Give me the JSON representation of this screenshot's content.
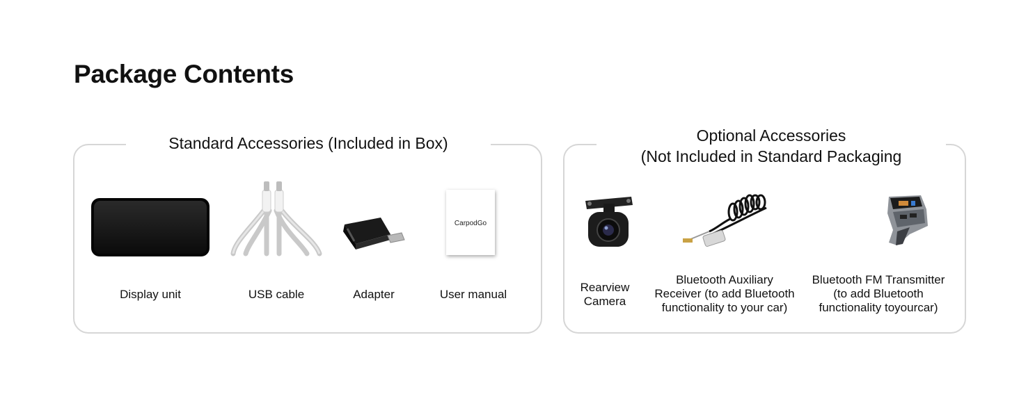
{
  "page": {
    "title": "Package Contents"
  },
  "standard": {
    "heading": "Standard Accessories (Included in Box)",
    "items": [
      {
        "label": "Display unit",
        "icon": "display-unit-icon"
      },
      {
        "label": "USB cable",
        "icon": "usb-cable-icon"
      },
      {
        "label": "Adapter",
        "icon": "adapter-icon"
      },
      {
        "label": "User manual",
        "icon": "user-manual-icon",
        "manual_brand": "CarpodGo"
      }
    ]
  },
  "optional": {
    "heading_line1": "Optional Accessories",
    "heading_line2": "(Not Included in Standard Packaging",
    "items": [
      {
        "label_line1": "Rearview",
        "label_line2": "Camera",
        "icon": "rearview-camera-icon"
      },
      {
        "label_line1": "Bluetooth Auxiliary",
        "label_line2": "Receiver (to add Bluetooth",
        "label_line3": "functionality to your car)",
        "icon": "bluetooth-aux-receiver-icon"
      },
      {
        "label_line1": "Bluetooth FM Transmitter",
        "label_line2": "(to add Bluetooth",
        "label_line3": "functionality toyourcar)",
        "icon": "bluetooth-fm-transmitter-icon"
      }
    ]
  }
}
